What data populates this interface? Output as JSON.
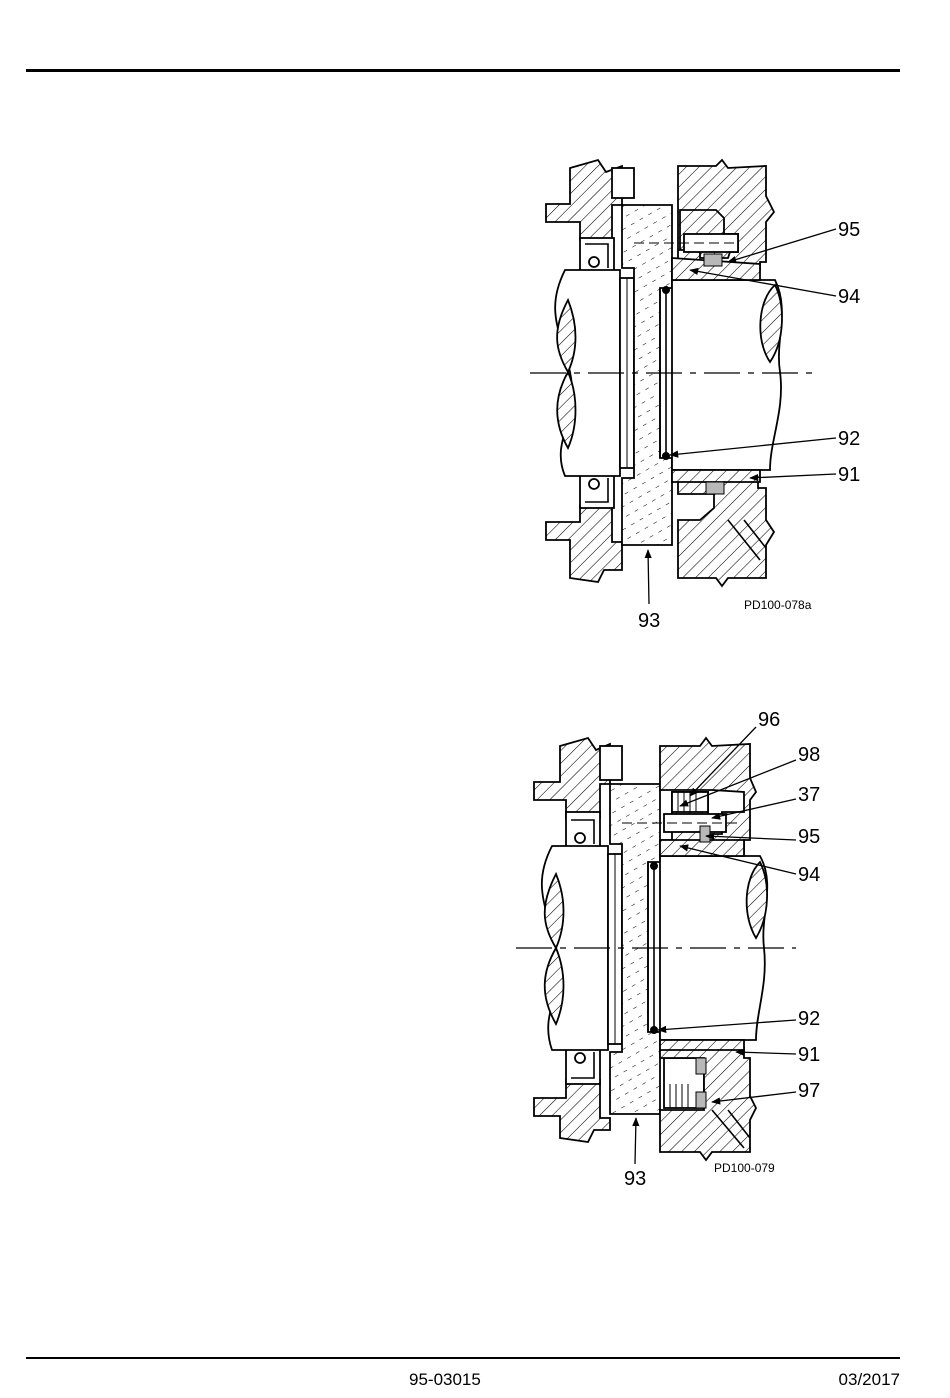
{
  "footer": {
    "document_number": "95-03015",
    "date": "03/2017"
  },
  "figure_1": {
    "code": "PD100-078a",
    "labels": {
      "l95": "95",
      "l94": "94",
      "l92": "92",
      "l91": "91",
      "l93": "93"
    }
  },
  "figure_2": {
    "code": "PD100-079",
    "labels": {
      "l96": "96",
      "l98": "98",
      "l37": "37",
      "l95": "95",
      "l94": "94",
      "l92": "92",
      "l91": "91",
      "l97": "97",
      "l93": "93"
    }
  }
}
